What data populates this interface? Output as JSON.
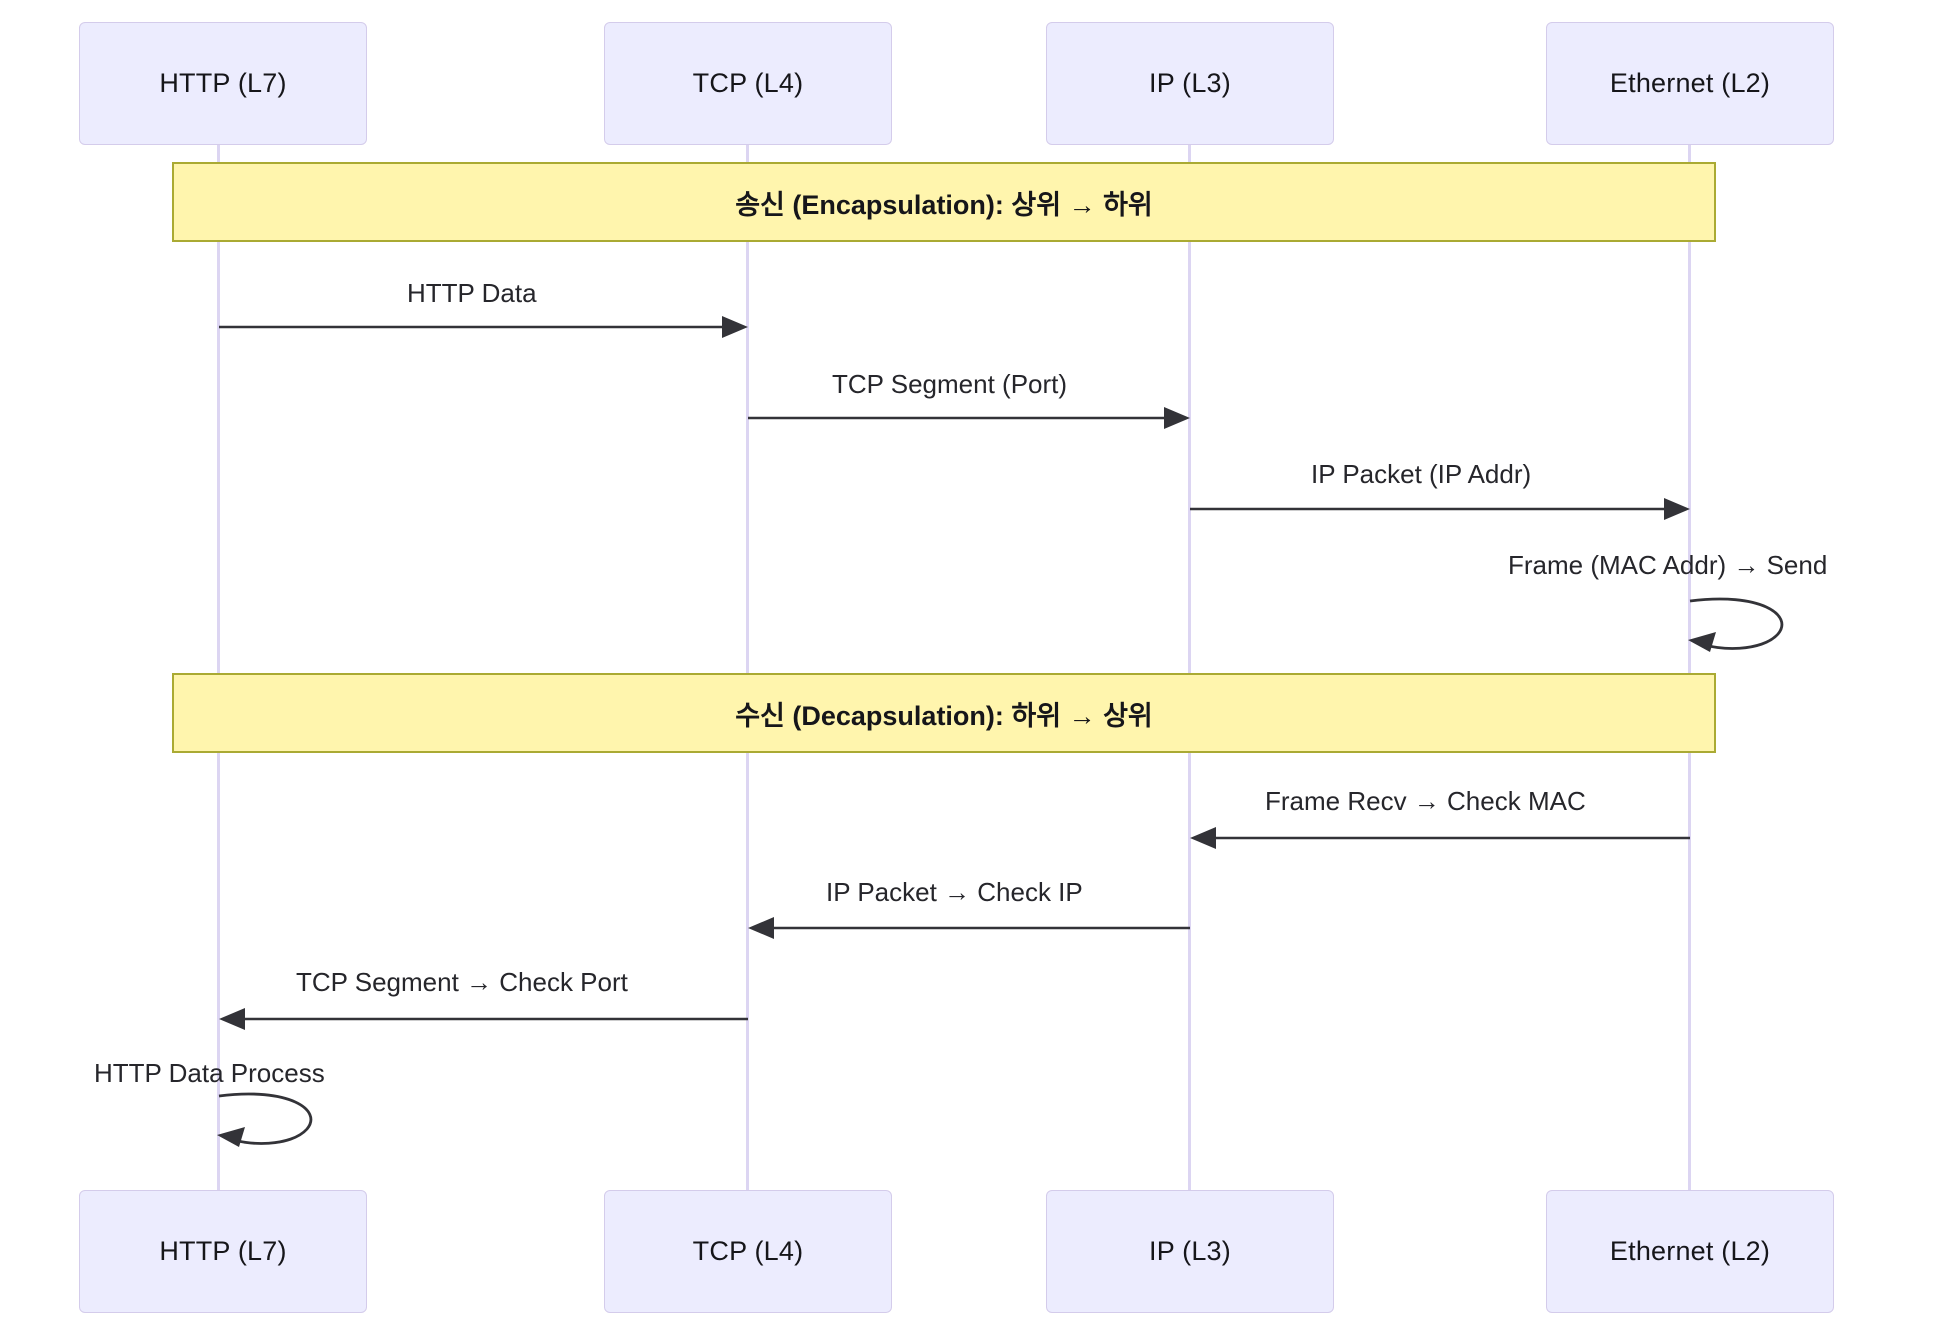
{
  "diagram": {
    "type": "sequence-diagram",
    "title": "OSI Encapsulation / Decapsulation Sequence",
    "colors": {
      "participant_fill": "#ECECFE",
      "participant_border": "#D4CCEB",
      "lifeline": "#DCD5F2",
      "banner_fill": "#FFF5AD",
      "banner_border": "#AAAA33",
      "arrow": "#333338",
      "text": "#16161a"
    }
  },
  "participants_top": [
    {
      "label": "HTTP (L7)"
    },
    {
      "label": "TCP (L4)"
    },
    {
      "label": "IP (L3)"
    },
    {
      "label": "Ethernet (L2)"
    }
  ],
  "participants_bottom": [
    {
      "label": "HTTP (L7)"
    },
    {
      "label": "TCP (L4)"
    },
    {
      "label": "IP (L3)"
    },
    {
      "label": "Ethernet (L2)"
    }
  ],
  "banners": [
    {
      "label": "송신 (Encapsulation): 상위 → 하위"
    },
    {
      "label": "수신 (Decapsulation): 하위 → 상위"
    }
  ],
  "messages": [
    {
      "label": "HTTP Data",
      "from": "HTTP (L7)",
      "to": "TCP (L4)",
      "direction": "right",
      "kind": "arrow"
    },
    {
      "label": "TCP Segment (Port)",
      "from": "TCP (L4)",
      "to": "IP (L3)",
      "direction": "right",
      "kind": "arrow"
    },
    {
      "label": "IP Packet (IP Addr)",
      "from": "IP (L3)",
      "to": "Ethernet (L2)",
      "direction": "right",
      "kind": "arrow"
    },
    {
      "label": "Frame (MAC Addr) → Send",
      "from": "Ethernet (L2)",
      "to": "Ethernet (L2)",
      "direction": "self",
      "kind": "self-loop"
    },
    {
      "label": "Frame Recv → Check MAC",
      "from": "Ethernet (L2)",
      "to": "IP (L3)",
      "direction": "left",
      "kind": "arrow"
    },
    {
      "label": "IP Packet → Check IP",
      "from": "IP (L3)",
      "to": "TCP (L4)",
      "direction": "left",
      "kind": "arrow"
    },
    {
      "label": "TCP Segment → Check Port",
      "from": "TCP (L4)",
      "to": "HTTP (L7)",
      "direction": "left",
      "kind": "arrow"
    },
    {
      "label": "HTTP Data Process",
      "from": "HTTP (L7)",
      "to": "HTTP (L7)",
      "direction": "self",
      "kind": "self-loop"
    }
  ]
}
